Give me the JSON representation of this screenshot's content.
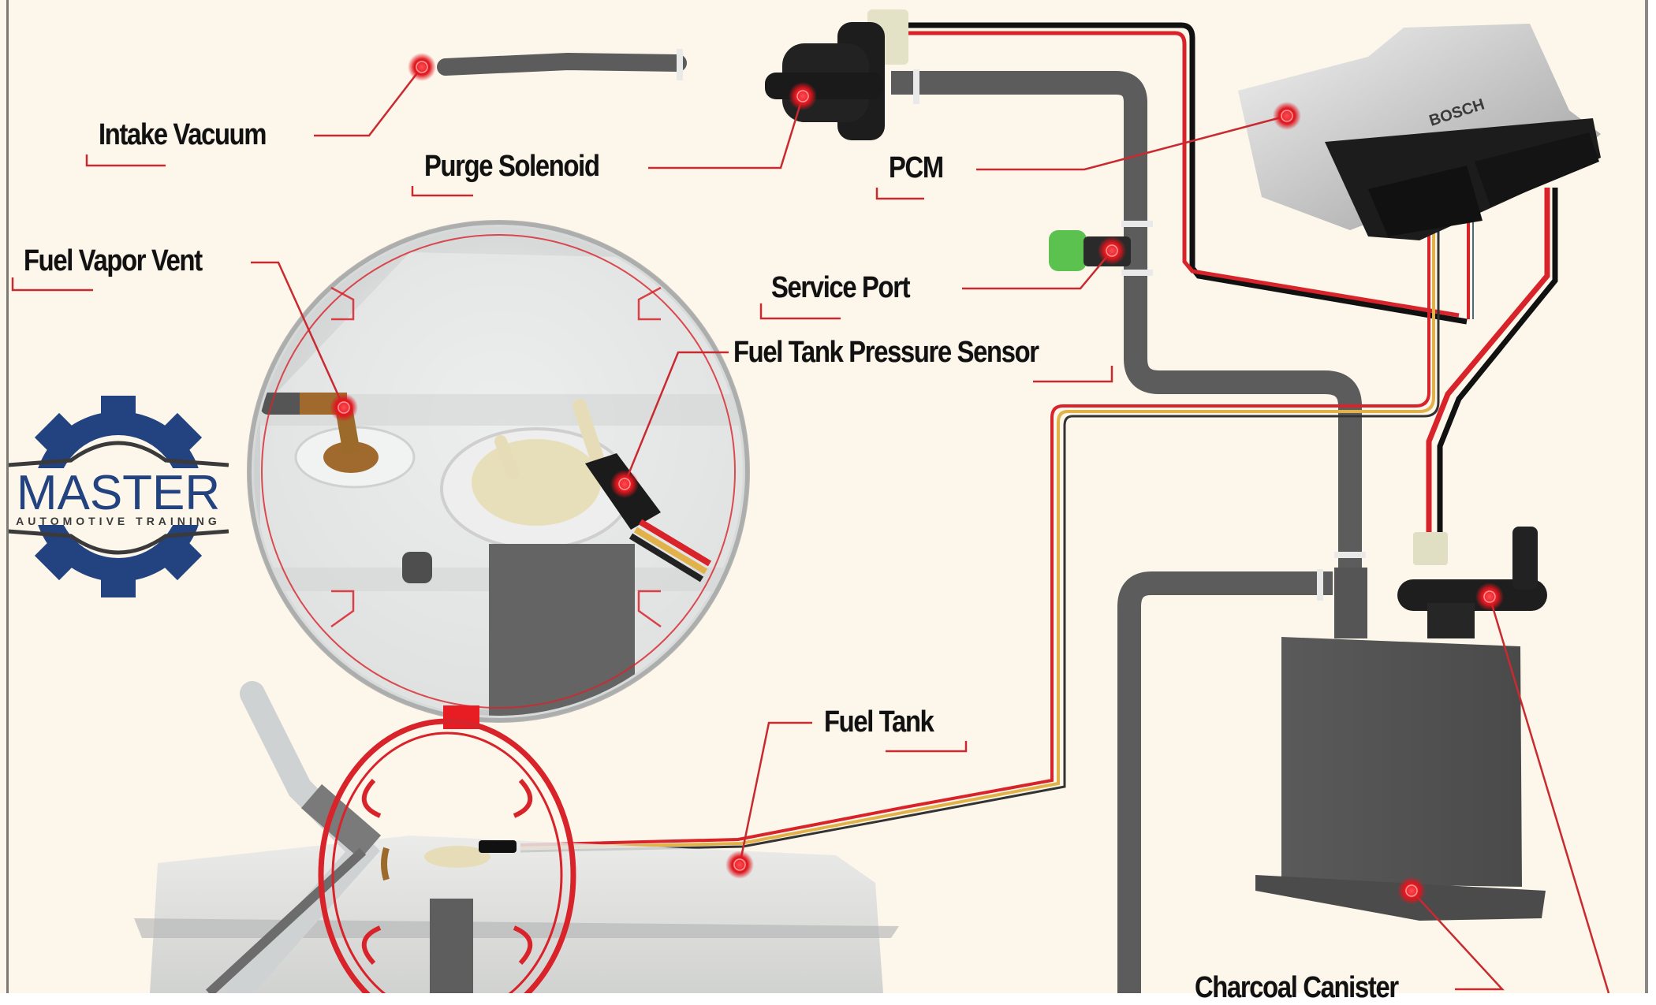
{
  "title": "EVAP System Component Locations",
  "colors": {
    "background": "#fdf6ea",
    "callout_red": "#d8232a",
    "hose_gray": "#5c5c5c",
    "logo_navy": "#22437f",
    "wire_yellow": "#e2b24a",
    "service_port_green": "#5cc24f"
  },
  "logo": {
    "name": "MASTER",
    "tagline": "AUTOMOTIVE TRAINING",
    "icon": "gear-icon"
  },
  "components": {
    "ecu_brand": "BOSCH"
  },
  "labels": [
    {
      "id": "intake-vacuum",
      "text": "Intake Vacuum"
    },
    {
      "id": "purge-solenoid",
      "text": "Purge Solenoid"
    },
    {
      "id": "pcm",
      "text": "PCM"
    },
    {
      "id": "fuel-vapor-vent",
      "text": "Fuel Vapor Vent"
    },
    {
      "id": "service-port",
      "text": "Service Port"
    },
    {
      "id": "fuel-tank-pressure-sensor",
      "text": "Fuel Tank Pressure Sensor"
    },
    {
      "id": "fuel-tank",
      "text": "Fuel Tank"
    },
    {
      "id": "charcoal-canister",
      "text": "Charcoal Canister"
    }
  ]
}
